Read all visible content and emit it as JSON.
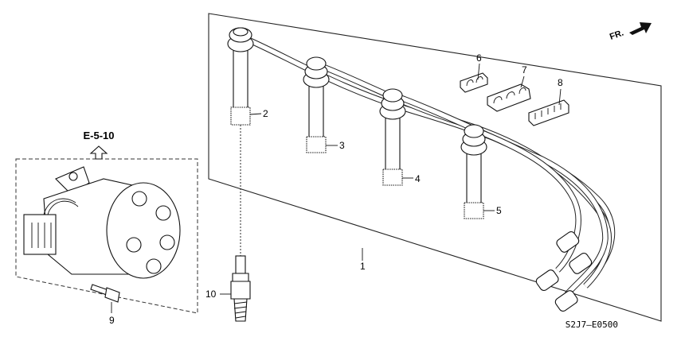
{
  "diagram": {
    "reference": "E-5-10",
    "direction_label": "FR.",
    "drawing_code": "S2J7–E0500",
    "callouts": {
      "c1": "1",
      "c2": "2",
      "c3": "3",
      "c4": "4",
      "c5": "5",
      "c6": "6",
      "c7": "7",
      "c8": "8",
      "c9": "9",
      "c10": "10"
    },
    "icons": {
      "direction": "arrow-icon",
      "reference": "up-arrow-icon"
    }
  }
}
